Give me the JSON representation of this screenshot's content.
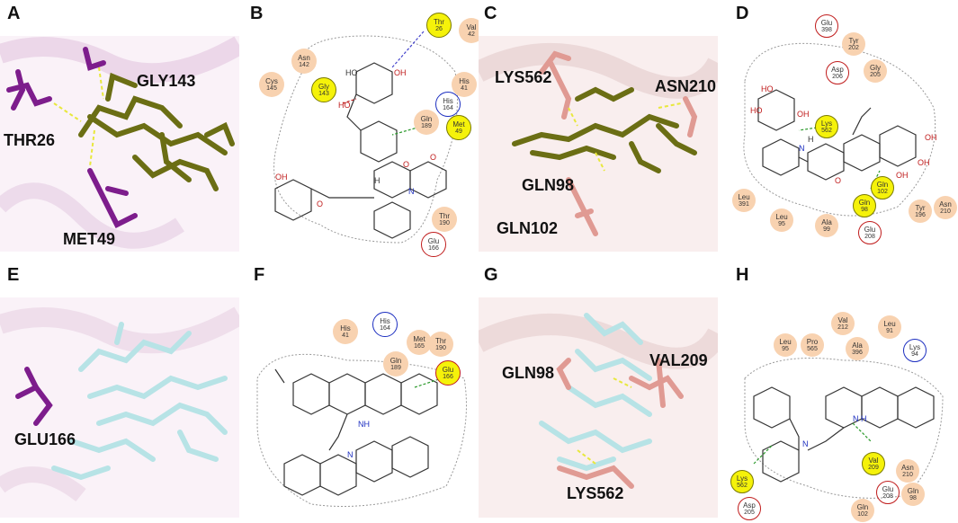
{
  "panel_letters": {
    "A": "A",
    "B": "B",
    "C": "C",
    "D": "D",
    "E": "E",
    "F": "F",
    "G": "G",
    "H": "H"
  },
  "panel_a": {
    "thr": "THR26",
    "gly": "GLY143",
    "met": "MET49"
  },
  "panel_b": {
    "residues": [
      {
        "name": "Thr",
        "num": "26"
      },
      {
        "name": "Val",
        "num": "42"
      },
      {
        "name": "Asn",
        "num": "142"
      },
      {
        "name": "Cys",
        "num": "145"
      },
      {
        "name": "Gly",
        "num": "143"
      },
      {
        "name": "His",
        "num": "41"
      },
      {
        "name": "His",
        "num": "164"
      },
      {
        "name": "Gln",
        "num": "189"
      },
      {
        "name": "Met",
        "num": "49"
      },
      {
        "name": "Thr",
        "num": "190"
      },
      {
        "name": "Glu",
        "num": "166"
      }
    ],
    "atoms": {
      "ho": "HO",
      "oh": "OH",
      "ho2": "HO",
      "o": "O",
      "oh2": "OH",
      "n": "N",
      "o2": "O",
      "h": "H",
      "o3": "O"
    }
  },
  "panel_c": {
    "lys": "LYS562",
    "asn": "ASN210",
    "gln98": "GLN98",
    "gln102": "GLN102"
  },
  "panel_d": {
    "residues": [
      {
        "name": "Glu",
        "num": "398"
      },
      {
        "name": "Tyr",
        "num": "202"
      },
      {
        "name": "Asp",
        "num": "206"
      },
      {
        "name": "Gly",
        "num": "205"
      },
      {
        "name": "Lys",
        "num": "562"
      },
      {
        "name": "Leu",
        "num": "391"
      },
      {
        "name": "Leu",
        "num": "95"
      },
      {
        "name": "Ala",
        "num": "99"
      },
      {
        "name": "Gln",
        "num": "98"
      },
      {
        "name": "Gln",
        "num": "102"
      },
      {
        "name": "Tyr",
        "num": "196"
      },
      {
        "name": "Glu",
        "num": "208"
      },
      {
        "name": "Asn",
        "num": "210"
      }
    ],
    "atoms": {
      "ho": "HO",
      "ho2": "HO",
      "oh": "OH",
      "n": "N",
      "h": "H",
      "oh2": "OH",
      "oh3": "OH",
      "oh4": "OH",
      "o": "O"
    }
  },
  "panel_e": {
    "glu": "GLU166"
  },
  "panel_f": {
    "residues": [
      {
        "name": "His",
        "num": "41"
      },
      {
        "name": "His",
        "num": "164"
      },
      {
        "name": "Met",
        "num": "165"
      },
      {
        "name": "Thr",
        "num": "190"
      },
      {
        "name": "Gln",
        "num": "189"
      },
      {
        "name": "Glu",
        "num": "166"
      }
    ],
    "atoms": {
      "nh": "NH",
      "n": "N"
    }
  },
  "panel_g": {
    "gln": "GLN98",
    "val": "VAL209",
    "lys": "LYS562"
  },
  "panel_h": {
    "residues": [
      {
        "name": "Val",
        "num": "212"
      },
      {
        "name": "Leu",
        "num": "95"
      },
      {
        "name": "Pro",
        "num": "565"
      },
      {
        "name": "Leu",
        "num": "91"
      },
      {
        "name": "Ala",
        "num": "396"
      },
      {
        "name": "Lys",
        "num": "94"
      },
      {
        "name": "Val",
        "num": "209"
      },
      {
        "name": "Lys",
        "num": "562"
      },
      {
        "name": "Asn",
        "num": "210"
      },
      {
        "name": "Gln",
        "num": "98"
      },
      {
        "name": "Glu",
        "num": "208"
      },
      {
        "name": "Gln",
        "num": "102"
      },
      {
        "name": "Asp",
        "num": "205"
      }
    ],
    "atoms": {
      "n": "N",
      "nh": "N H"
    }
  },
  "colors": {
    "olive": "#6b6e14",
    "purple": "#7d1d8c",
    "salmon": "#e09a93",
    "cyan": "#b7e3e6",
    "peach": "#f8d2b0",
    "yellow": "#f5f20a",
    "red": "#c01c1c",
    "blue": "#1c2ec0"
  }
}
